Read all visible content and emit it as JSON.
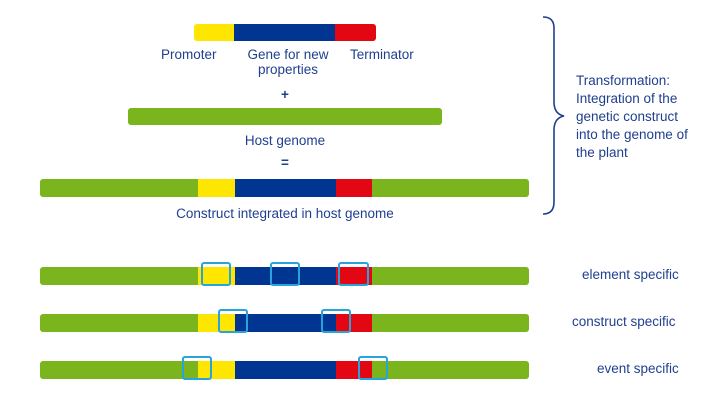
{
  "colors": {
    "promoter": "#ffe600",
    "gene": "#003591",
    "terminator": "#e30613",
    "host": "#7ab51d",
    "box": "#29a3db",
    "text": "#1f3f8f"
  },
  "construct": {
    "promoter_label": "Promoter",
    "gene_label_line1": "Gene for new",
    "gene_label_line2": "properties",
    "terminator_label": "Terminator"
  },
  "plus_sign": "+",
  "host": {
    "label": "Host genome"
  },
  "equals_sign": "=",
  "integrated": {
    "label": "Construct integrated in host genome"
  },
  "transformation": {
    "lines": [
      "Transformation:",
      "Integration of the",
      "genetic construct",
      "into the genome of",
      "the plant"
    ]
  },
  "specificity": {
    "element": "element specific",
    "construct": "construct specific",
    "event": "event specific"
  }
}
